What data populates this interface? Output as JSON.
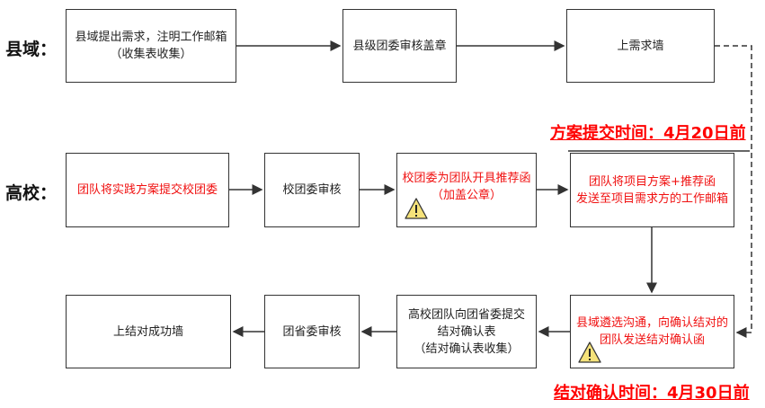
{
  "lanes": {
    "county": "县域：",
    "school": "高校："
  },
  "row1": [
    {
      "line1": "县域提出需求，注明工作邮箱",
      "line2": "（收集表收集）"
    },
    {
      "line1": "县级团委审核盖章"
    },
    {
      "line1": "上需求墙"
    }
  ],
  "row2": [
    {
      "line1": "团队将实践方案提交校团委"
    },
    {
      "line1": "校团委审核"
    },
    {
      "line1": "校团委为团队开具推荐函",
      "line2": "（加盖公章）"
    },
    {
      "line1": "团队将项目方案+推荐函",
      "line2": "发送至项目需求方的工作邮箱"
    }
  ],
  "row3": [
    {
      "line1": "上结对成功墙"
    },
    {
      "line1": "团省委审核"
    },
    {
      "line1": "高校团队向团省委提交",
      "line2": "结对确认表",
      "line3": "（结对确认表收集）"
    },
    {
      "line1": "县域遴选沟通，向确认结对的",
      "line2": "团队发送结对确认函"
    }
  ],
  "deadlines": {
    "proposal": "方案提交时间：4月20日前",
    "confirm": "结对确认时间：4月30日前"
  },
  "colors": {
    "highlight": "#f01010",
    "warning": "#f5e27a"
  }
}
